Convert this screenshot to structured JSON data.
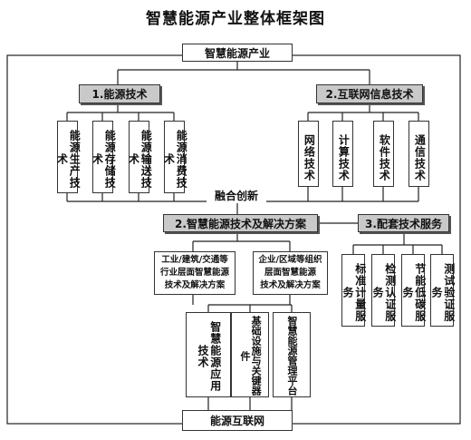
{
  "title": "智慧能源产业整体框架图",
  "top_node": "智慧能源产业",
  "bottom_node": "能源互联网",
  "fusion_label": "融合创新",
  "section1": {
    "label": "1.能源技术",
    "items": [
      "能源生产技术",
      "能源存储技术",
      "能源输送技术",
      "能源消费技术"
    ]
  },
  "section2": {
    "label": "2.互联网信息技术",
    "items": [
      "网络技术",
      "计算技术",
      "软件技术",
      "通信技术"
    ]
  },
  "section3": {
    "label": "2.智慧能源技术及解决方案",
    "solutions": [
      [
        "工业/建筑/交通等",
        "行业层面智慧能源",
        "技术及解决方案"
      ],
      [
        "企业/区域等组织",
        "层面智慧能源",
        "技术及解决方案"
      ]
    ],
    "items": [
      "智慧能源应用技术",
      "基础设施与关键器件",
      "智慧能源管理平台"
    ]
  },
  "section4": {
    "label": "3.配套技术服务",
    "items": [
      "标准计量服务",
      "检测认证服务",
      "节能低碳服务",
      "测试验证服务"
    ]
  }
}
